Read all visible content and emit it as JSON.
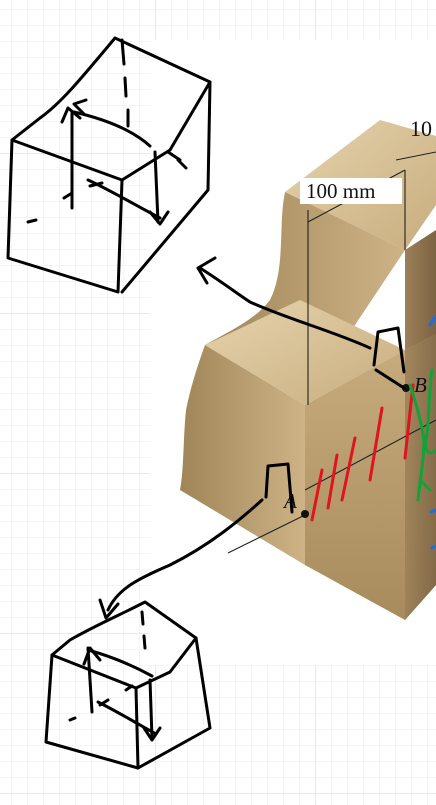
{
  "figure": {
    "dimension_label_top": "100 mm",
    "dimension_label_cut": "10",
    "point_a_label": "A",
    "point_b_label": "B"
  },
  "colors": {
    "block_top": "#d9c39a",
    "block_front": "#b89b6c",
    "block_side": "#8f7452",
    "ink_black": "#000000",
    "ink_red": "#e0141c",
    "ink_green": "#11a23a",
    "ink_blue": "#1a6fe0"
  }
}
